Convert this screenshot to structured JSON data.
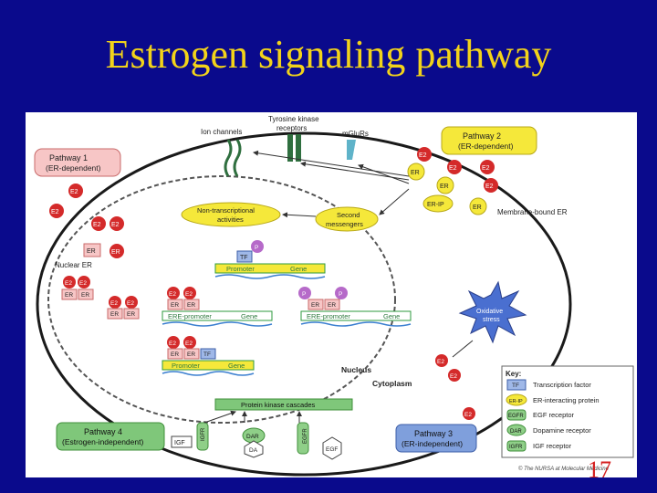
{
  "slide": {
    "title": "Estrogen signaling pathway",
    "page_number": "17"
  },
  "membrane_receptors": {
    "ion_channels": "Ion channels",
    "tyrosine_kinase_1": "Tyrosine kinase",
    "tyrosine_kinase_2": "receptors",
    "mglurs": "mGluRs"
  },
  "pathways": {
    "p1_line1": "Pathway 1",
    "p1_line2": "(ER-dependent)",
    "p2_line1": "Pathway 2",
    "p2_line2": "(ER-dependent)",
    "p3_line1": "Pathway 3",
    "p3_line2": "(ER-independent)",
    "p4_line1": "Pathway 4",
    "p4_line2": "(Estrogen-independent)"
  },
  "labels": {
    "non_transcriptional_1": "Non-transcriptional",
    "non_transcriptional_2": "activities",
    "second_messengers_1": "Second",
    "second_messengers_2": "messengers",
    "membrane_bound_er": "Membrane-bound ER",
    "nuclear_er": "Nuclear ER",
    "nucleus": "Nucleus",
    "cytoplasm": "Cytoplasm",
    "protein_kinase": "Protein kinase cascades",
    "oxidative_1": "Oxidative",
    "oxidative_2": "stress",
    "credit": "© The NURSA at Molecular Medicine"
  },
  "molecules": {
    "e2": "E2",
    "er": "ER",
    "tf": "TF",
    "p": "P",
    "erip": "ER-IP",
    "igf": "IGF",
    "igfr": "IGFR",
    "egf": "EGF",
    "egfr": "EGFR",
    "dar": "DAR",
    "da": "DA"
  },
  "dna": {
    "promoter": "Promoter",
    "gene": "Gene",
    "ere_promoter": "ERE-promoter",
    "eri_promoter": "ERE-promoter"
  },
  "key": {
    "title": "Key:",
    "items": [
      {
        "symbol": "TF",
        "label": "Transcription factor",
        "color": "#9fb8e8"
      },
      {
        "symbol": "ER-IP",
        "label": "ER-interacting protein",
        "color": "#f2e23a"
      },
      {
        "symbol": "EGFR",
        "label": "EGF receptor",
        "color": "#8fcf88"
      },
      {
        "symbol": "DAR",
        "label": "Dopamine receptor",
        "color": "#8fcf88"
      },
      {
        "symbol": "IGFR",
        "label": "IGF receptor",
        "color": "#8fcf88"
      }
    ]
  },
  "colors": {
    "background": "#0a0a8c",
    "title": "#f2d31a",
    "e2": "#d42a2a",
    "pathway1": "#f7c6c6",
    "pathway2": "#f5e83a",
    "pathway3": "#7f9fdc",
    "pathway4": "#7fc77a",
    "dna_green": "#2e9a3e",
    "dna_blue": "#3b7fd0",
    "page_number": "#d42020"
  }
}
